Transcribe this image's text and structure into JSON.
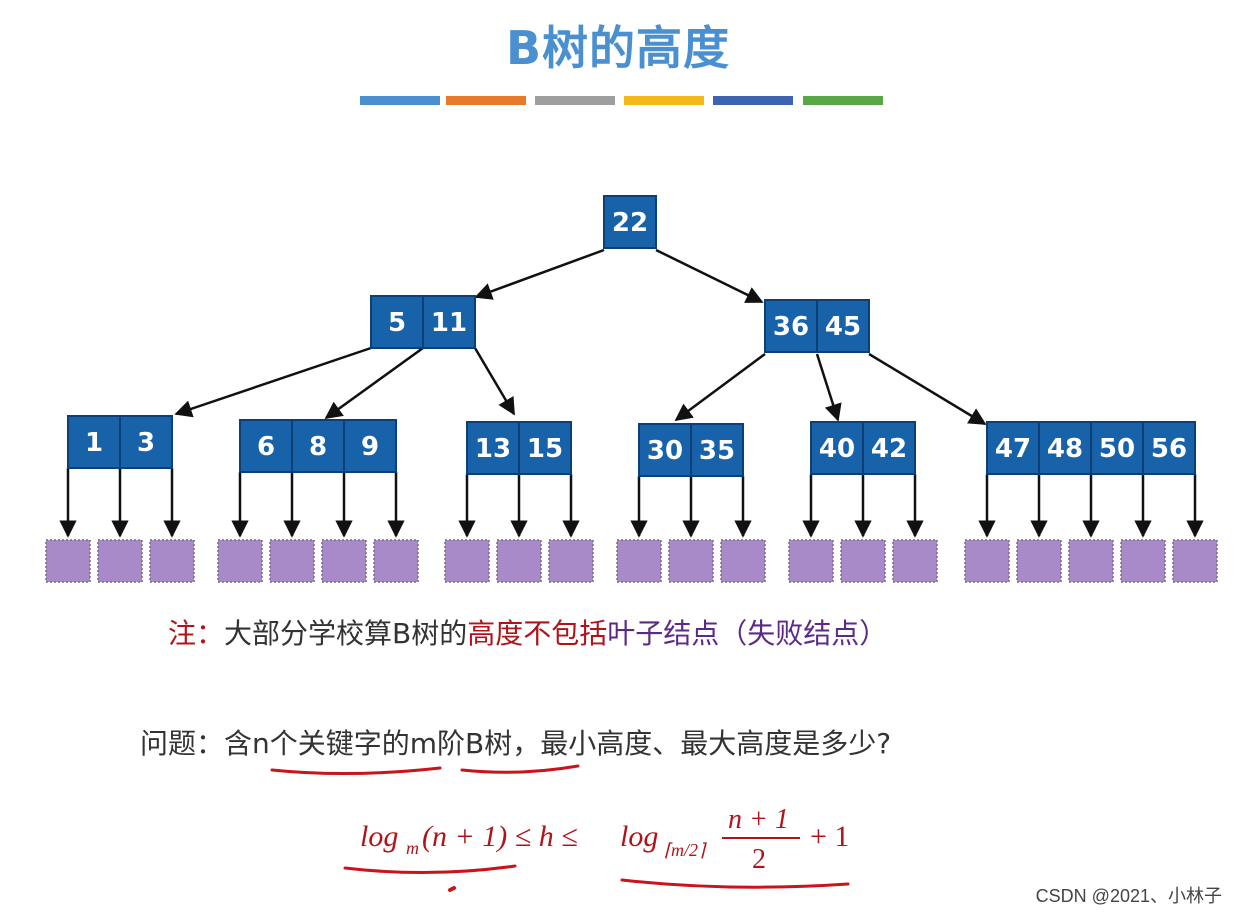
{
  "title": "B树的高度",
  "color_bars": [
    "#4a90d0",
    "#e87a2e",
    "#9e9e9e",
    "#f5b81c",
    "#3d64b0",
    "#5aa646"
  ],
  "tree": {
    "root": [
      "22"
    ],
    "level2": [
      [
        "5",
        "11"
      ],
      [
        "36",
        "45"
      ]
    ],
    "level3": [
      [
        "1",
        "3"
      ],
      [
        "6",
        "8",
        "9"
      ],
      [
        "13",
        "15"
      ],
      [
        "30",
        "35"
      ],
      [
        "40",
        "42"
      ],
      [
        "47",
        "48",
        "50",
        "56"
      ]
    ],
    "node_color": "#1762a8",
    "leaf_color": "#a98ac8"
  },
  "note": {
    "prefix": "注：",
    "text1": "大部分学校算B树的",
    "text2": "高度不包括",
    "text3": "叶子结点（失败结点）"
  },
  "question": {
    "prefix": "问题：",
    "part1": "含n个关键字的",
    "part2": "m阶B树",
    "part3": "，最小高度、最大高度是多少?"
  },
  "formula": {
    "left": "log",
    "left_sub": "m",
    "left_arg": "(n + 1) ≤ h ≤ ",
    "right": "log",
    "right_sub": "⌈m/2⌉",
    "numerator": "n + 1",
    "denominator": "2",
    "tail": "+ 1"
  },
  "watermark": "CSDN @2021、小林子"
}
